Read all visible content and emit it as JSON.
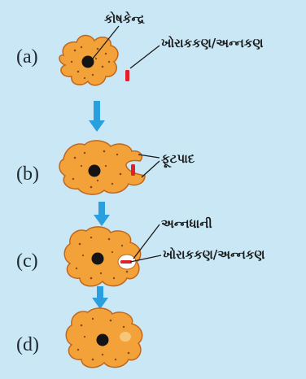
{
  "steps": [
    {
      "label": "(a)",
      "annotations": [
        "કોષકેન્દ્ર",
        "ખોરાકકણ/અન્નકણ"
      ]
    },
    {
      "label": "(b)",
      "annotations": [
        "ફૂટપાદ"
      ]
    },
    {
      "label": "(c)",
      "annotations": [
        "અન્નધાની",
        "ખોરાકકણ/અન્નકણ"
      ]
    },
    {
      "label": "(d)",
      "annotations": []
    }
  ],
  "colors": {
    "background": "#c9e7f5",
    "cell_fill": "#f3a23a",
    "cell_outline": "#c0661e",
    "nucleus": "#141414",
    "food_particle": "#e0202a",
    "arrow": "#2a9fe0"
  }
}
